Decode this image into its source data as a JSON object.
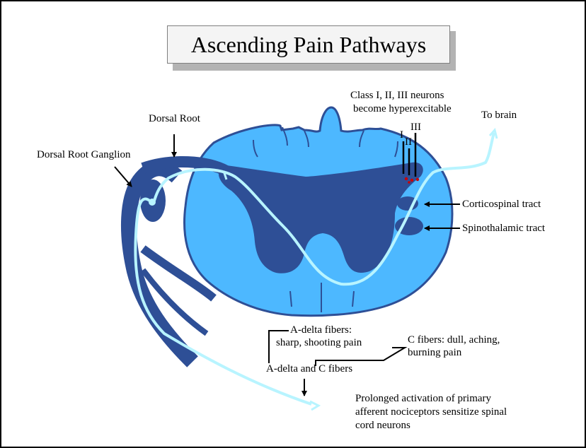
{
  "title": "Ascending Pain Pathways",
  "labels": {
    "neurons_line1": "Class I, II, III neurons",
    "neurons_line2": "become hyperexcitable",
    "to_brain": "To brain",
    "dorsal_root": "Dorsal Root",
    "drg": "Dorsal Root Ganglion",
    "lamina_1": "I",
    "lamina_2": "II",
    "lamina_3": "III",
    "corticospinal": "Corticospinal tract",
    "spinothalamic": "Spinothalamic tract",
    "adelta_line1": "A-delta fibers:",
    "adelta_line2": "sharp, shooting pain",
    "c_line1": "C fibers: dull, aching,",
    "c_line2": "burning pain",
    "adelta_c": "A-delta and C fibers",
    "prolonged_line1": "Prolonged activation of primary",
    "prolonged_line2": "afferent nociceptors sensitize spinal",
    "prolonged_line3": "cord neurons"
  },
  "colors": {
    "white_matter": "#4db8ff",
    "gray_matter": "#2e4f96",
    "nerve": "#2e4f96",
    "pathway": "#b8f4ff",
    "neuron_dots": "#cc0000"
  }
}
